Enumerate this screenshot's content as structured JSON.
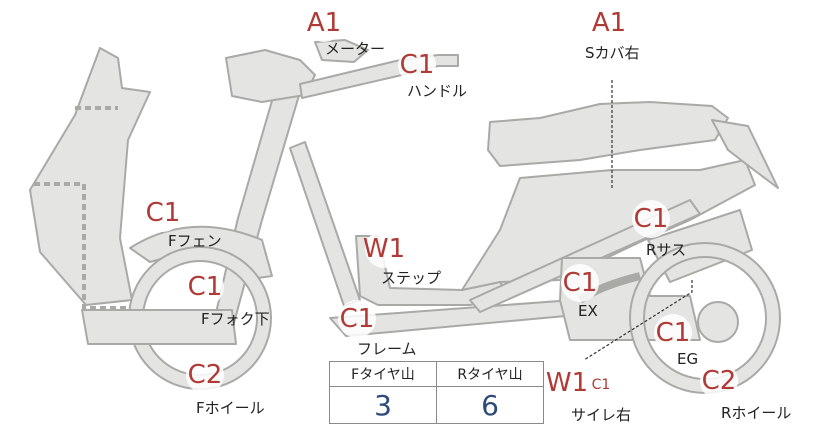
{
  "parts": [
    {
      "name": "meter",
      "grade": "A1",
      "label": "メーター"
    },
    {
      "name": "scover-right",
      "grade": "A1",
      "label": "Sカバ右"
    },
    {
      "name": "handle",
      "grade": "C1",
      "label": "ハンドル"
    },
    {
      "name": "front-fender",
      "grade": "C1",
      "label": "Fフェン"
    },
    {
      "name": "step",
      "grade": "W1",
      "label": "ステップ"
    },
    {
      "name": "rear-suspension",
      "grade": "C1",
      "label": "Rサス"
    },
    {
      "name": "front-fork-lower",
      "grade": "C1",
      "label": "Fフォク下"
    },
    {
      "name": "exhaust",
      "grade": "C1",
      "label": "EX"
    },
    {
      "name": "frame",
      "grade": "C1",
      "label": "フレーム"
    },
    {
      "name": "engine",
      "grade": "C1",
      "label": "EG"
    },
    {
      "name": "front-wheel",
      "grade": "C2",
      "label": "Fホイール"
    },
    {
      "name": "silencer-right",
      "grade": "W1",
      "grade2": "C1",
      "label": "サイレ右"
    },
    {
      "name": "rear-wheel",
      "grade": "C2",
      "label": "Rホイール"
    }
  ],
  "tire_table": {
    "headers": [
      "Fタイヤ山",
      "Rタイヤ山"
    ],
    "values": [
      "3",
      "6"
    ]
  },
  "colors": {
    "grade": "#b03a36",
    "part_fill": "#e4e4e2",
    "part_stroke": "#a9a9a6",
    "tire_value": "#2e4a7a"
  }
}
